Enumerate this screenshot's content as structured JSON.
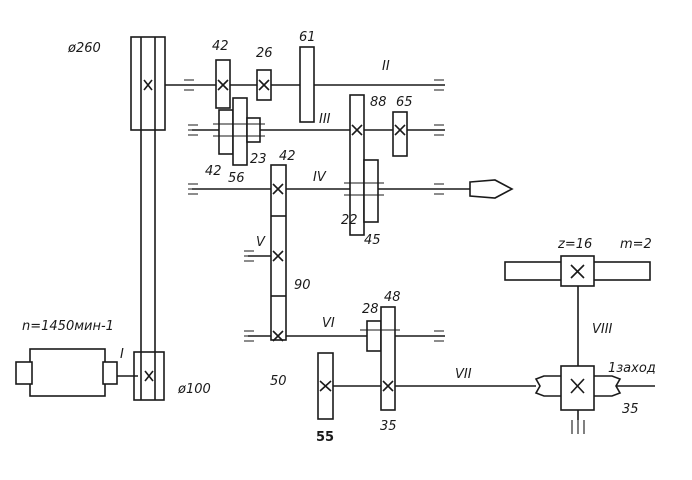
{
  "labels": {
    "pulley_large": "ø260",
    "pulley_small": "ø100",
    "motor_speed": "n=1450мин-1",
    "shaft_I": "I",
    "shaft_II": "II",
    "shaft_III": "III",
    "shaft_IV": "IV",
    "shaft_V": "V",
    "shaft_VI": "VI",
    "shaft_VII": "VII",
    "shaft_VIII": "VIII",
    "g42_top": "42",
    "g26": "26",
    "g61": "61",
    "g88": "88",
    "g65": "65",
    "g42_bottom": "42",
    "g56": "56",
    "g23": "23",
    "g42_iv": "42",
    "g22": "22",
    "g45": "45",
    "g90": "90",
    "g50": "50",
    "g28": "28",
    "g48": "48",
    "g55": "55",
    "g35_vii": "35",
    "z16": "z=16",
    "m2": "m=2",
    "one_start": "1заход",
    "worm35": "35"
  }
}
